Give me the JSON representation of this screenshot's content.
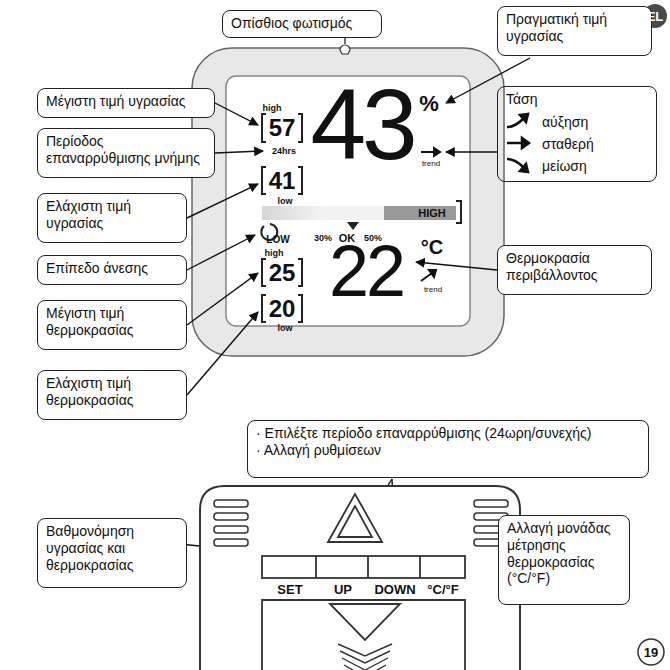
{
  "diagram": {
    "nodes": [
      {
        "text": [
          "Οπίσθιος φωτισμός"
        ]
      },
      {
        "text": [
          "Πραγματική τιμή υγρασίας"
        ]
      },
      {
        "text": [
          "Μέγιστη τιμή υγρασίας"
        ]
      },
      {
        "text": [
          "Τάση",
          "αύξηση",
          "σταθερή",
          "μείωση"
        ]
      },
      {
        "text": [
          "Περίοδος επαναρρύθμισης μνήμης"
        ]
      },
      {
        "text": [
          "Ελάχιστη τιμή υγρασίας"
        ]
      },
      {
        "text": [
          "Επίπεδο άνεσης"
        ]
      },
      {
        "text": [
          "Θερμοκρασία περιβάλλοντος"
        ]
      },
      {
        "text": [
          "Μέγιστη τιμή θερμοκρασίας"
        ]
      },
      {
        "text": [
          "Ελάχιστη τιμή θερμοκρασίας"
        ]
      },
      {
        "text": [
          "· Επιλέξτε περίοδο επαναρρύθμισης (24ωρη/συνεχής)",
          "· Αλλαγή ρυθμίσεων"
        ]
      },
      {
        "text": [
          "Βαθμονόμηση υγρασίας και θερμοκρασίας"
        ]
      },
      {
        "text": [
          "Αλλαγή μονάδας μέτρησης θερμοκρασίας (°C/°F)"
        ]
      }
    ],
    "labels": [
      "EL",
      "high",
      "57",
      "24hrs",
      "43",
      "%",
      "trend",
      "41",
      "low",
      "HIGH",
      "LOW",
      "30%",
      "OK",
      "50%",
      "22",
      "°C",
      "trend",
      "high",
      "25",
      "20",
      "low",
      "SET",
      "UP",
      "DOWN",
      "°C/°F",
      "19"
    ]
  }
}
